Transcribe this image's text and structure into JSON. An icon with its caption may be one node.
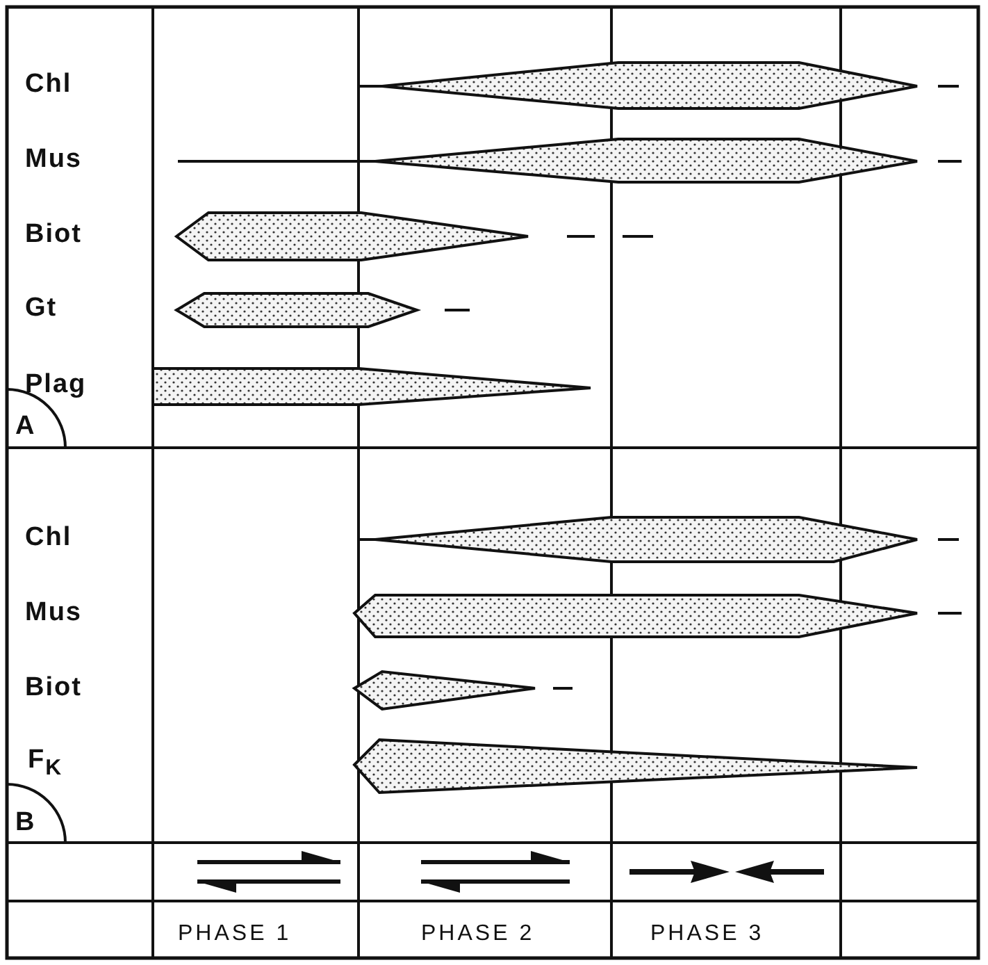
{
  "diagram": {
    "labels": [
      "Chl",
      "Mus",
      "Biot",
      "Gt",
      "Plag",
      "A",
      "Chl",
      "Mus",
      "Biot",
      "F$_{K}$",
      "B",
      "PHASE 1",
      "PHASE 2",
      "PHASE 3"
    ]
  }
}
